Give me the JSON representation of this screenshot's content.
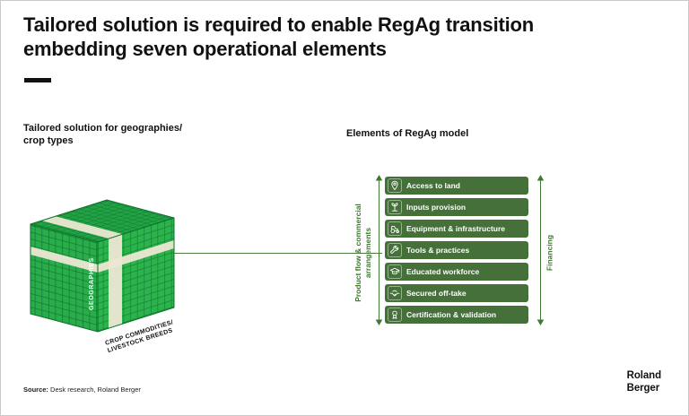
{
  "slide": {
    "title": "Tailored solution is required to enable RegAg transition\nembedding seven operational elements"
  },
  "left_panel": {
    "heading": "Tailored solution for geographies/\ncrop types",
    "cube": {
      "vertical_axis": "GEOGRAPHIES",
      "horizontal_axis_line1": "CROP COMMODITIES/",
      "horizontal_axis_line2": "LIVESTOCK BREEDS"
    }
  },
  "right_panel": {
    "heading": "Elements of RegAg model",
    "left_axis_label": "Product flow & commercial\narrangements",
    "right_axis_label": "Financing",
    "elements": [
      {
        "label": "Access to land",
        "icon": "location-pin-icon"
      },
      {
        "label": "Inputs provision",
        "icon": "sprout-icon"
      },
      {
        "label": "Equipment & infrastructure",
        "icon": "tractor-icon"
      },
      {
        "label": "Tools & practices",
        "icon": "wrench-icon"
      },
      {
        "label": "Educated workforce",
        "icon": "graduation-cap-icon"
      },
      {
        "label": "Secured off-take",
        "icon": "handshake-icon"
      },
      {
        "label": "Certification & validation",
        "icon": "certificate-icon"
      }
    ]
  },
  "footer": {
    "source_bold": "Source:",
    "source_text": " Desk research, Roland Berger",
    "logo": "Roland\nBerger"
  },
  "colors": {
    "bar_green": "#45703A",
    "accent_green": "#3D7A2F",
    "cube_green": "#2CB34C",
    "cube_grid_line": "#0E7A32",
    "highlight_cream": "#ECE7D3"
  }
}
